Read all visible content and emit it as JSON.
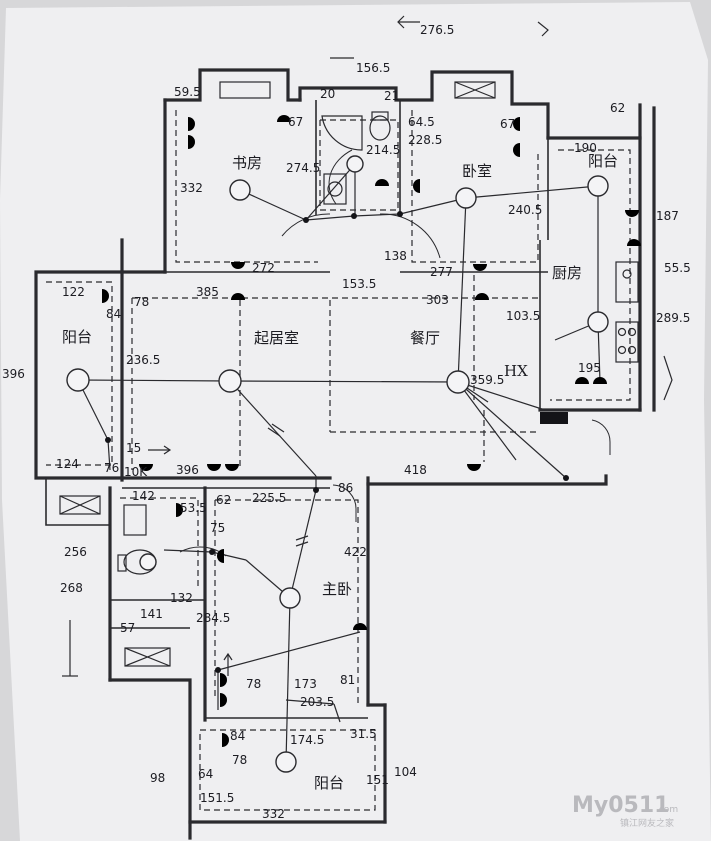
{
  "rooms": {
    "study": "书房",
    "bedroom": "卧室",
    "balcony_ne": "阳台",
    "kitchen": "厨房",
    "balcony_w": "阳台",
    "living": "起居室",
    "dining": "餐厅",
    "master": "主卧",
    "balcony_s": "阳台"
  },
  "meter_box": "HX",
  "dimensions": {
    "top_total": "276.5",
    "bath_top": "156.5",
    "study_top_left": "59.5",
    "bath_20": "20",
    "bath_21": "21",
    "bedroom_top": "64.5",
    "bedroom_228": "228.5",
    "balcony_62": "62",
    "balcony_190": "190",
    "study_332": "332",
    "study_right": "274.5",
    "bath_214": "214.5",
    "study_67": "67",
    "bedroom_67": "67",
    "bedroom_right": "240.5",
    "kitchen_187": "187",
    "kitchen_55": "55.5",
    "right_289": "289.5",
    "study_bottom": "272",
    "corridor_153": "153.5",
    "corridor_138": "138",
    "corridor_277": "277",
    "corridor_303": "303",
    "kitchen_103": "103.5",
    "balcony_122": "122",
    "balcony_84": "84",
    "balcony_78": "78",
    "living_385": "385",
    "living_236": "236.5",
    "left_396": "396",
    "dining_359": "359.5",
    "kitchen_195": "195",
    "balcony_124": "124",
    "balcony_76": "76",
    "living_15": "15",
    "living_10k": "10K",
    "living_396b": "396",
    "corridor_62": "62",
    "corridor_225": "225.5",
    "corridor_86": "86",
    "dining_418": "418",
    "bath2_142": "142",
    "bath2_53": "53.5",
    "bath2_75": "75",
    "master_422": "422",
    "bath2_268": "268",
    "bath2_256": "256",
    "bath2_132": "132",
    "bath2_141": "141",
    "master_284": "284.5",
    "bath2_57": "57",
    "master_78": "78",
    "master_173": "173",
    "master_81": "81",
    "master_203": "203.5",
    "master_84": "84",
    "master_78b": "78",
    "master_174": "174.5",
    "master_31": "31.5",
    "balcony_151": "151",
    "balcony_104": "104",
    "balcony_151b": "151.5",
    "balcony_332": "332",
    "scribble_98": "98",
    "scribble_64": "64"
  },
  "watermark": {
    "logo": "My0511",
    "domain": ".com",
    "tagline": "镇江网友之家"
  }
}
